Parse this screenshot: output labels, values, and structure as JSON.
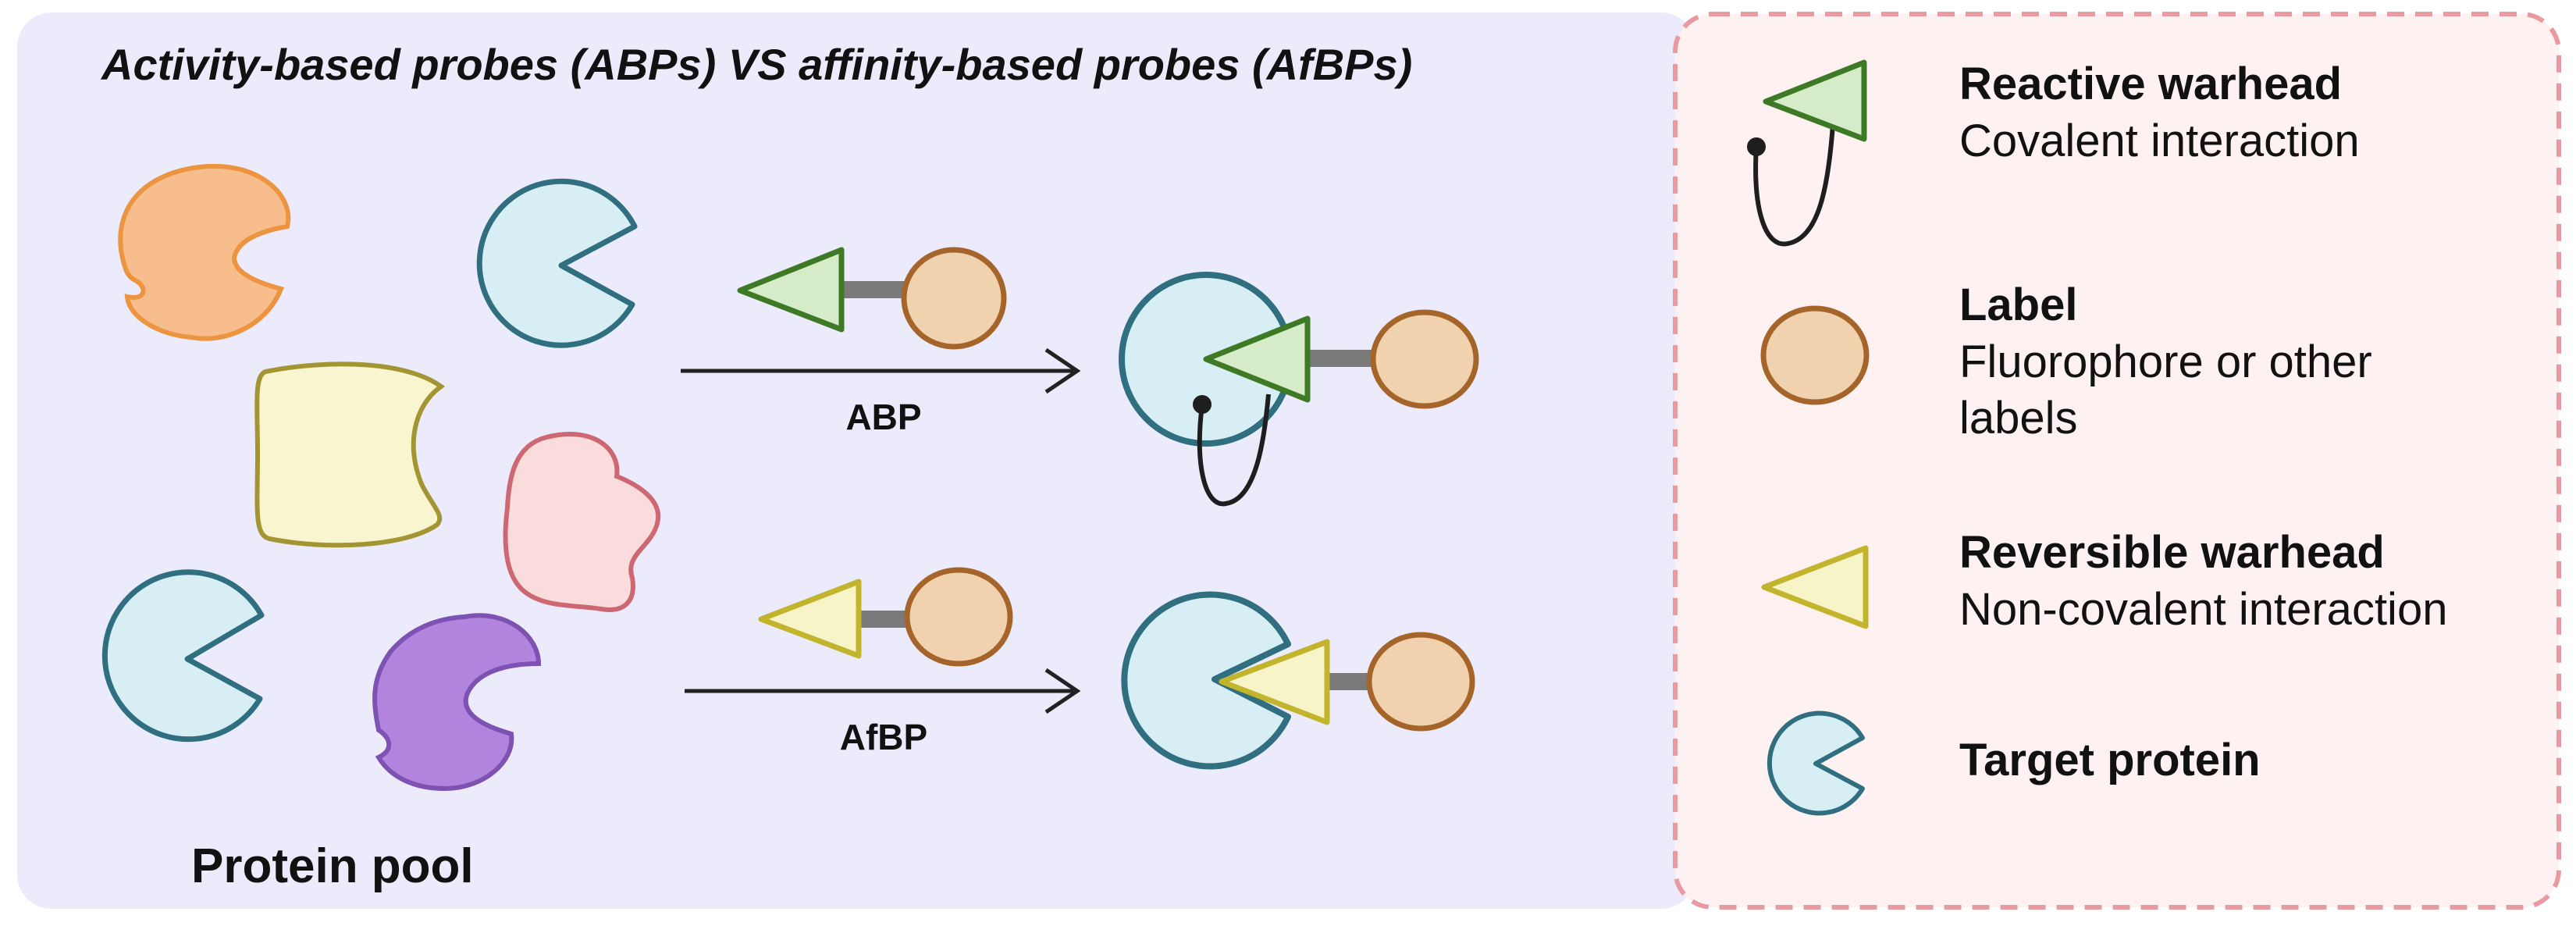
{
  "title": "Activity-based probes (ABPs) VS  affinity-based probes (AfBPs)",
  "pool_label": "Protein pool",
  "arrows": {
    "abp": "ABP",
    "afbp": "AfBP"
  },
  "legend": [
    {
      "heading": "Reactive warhead",
      "description": [
        "Covalent interaction"
      ],
      "icon": "reactive-warhead-icon"
    },
    {
      "heading": "Label",
      "description": [
        "Fluorophore or other",
        "labels"
      ],
      "icon": "label-icon"
    },
    {
      "heading": "Reversible warhead",
      "description": [
        "Non-covalent interaction"
      ],
      "icon": "reversible-warhead-icon"
    },
    {
      "heading": "Target protein",
      "description": [],
      "icon": "target-protein-icon"
    }
  ],
  "colors": {
    "left_panel": "#ecebfb",
    "right_panel": "#fdf1f1",
    "right_border": "#e89aa0",
    "target_fill": "#d8eef5",
    "target_stroke": "#2f6f80",
    "reactive_fill": "#d6ecc9",
    "reactive_stroke": "#3e7a25",
    "reversible_fill": "#f7f5c8",
    "reversible_stroke": "#c2b42d",
    "label_fill": "#f0d3ae",
    "label_stroke": "#a5652a",
    "orange_fill": "#f7bd8d",
    "orange_stroke": "#ec9440",
    "yellow_fill": "#f9f6cf",
    "yellow_stroke": "#a39534",
    "pink_fill": "#fadcdc",
    "pink_stroke": "#cd6872",
    "purple_fill": "#b184dd",
    "purple_stroke": "#7d52b2"
  }
}
